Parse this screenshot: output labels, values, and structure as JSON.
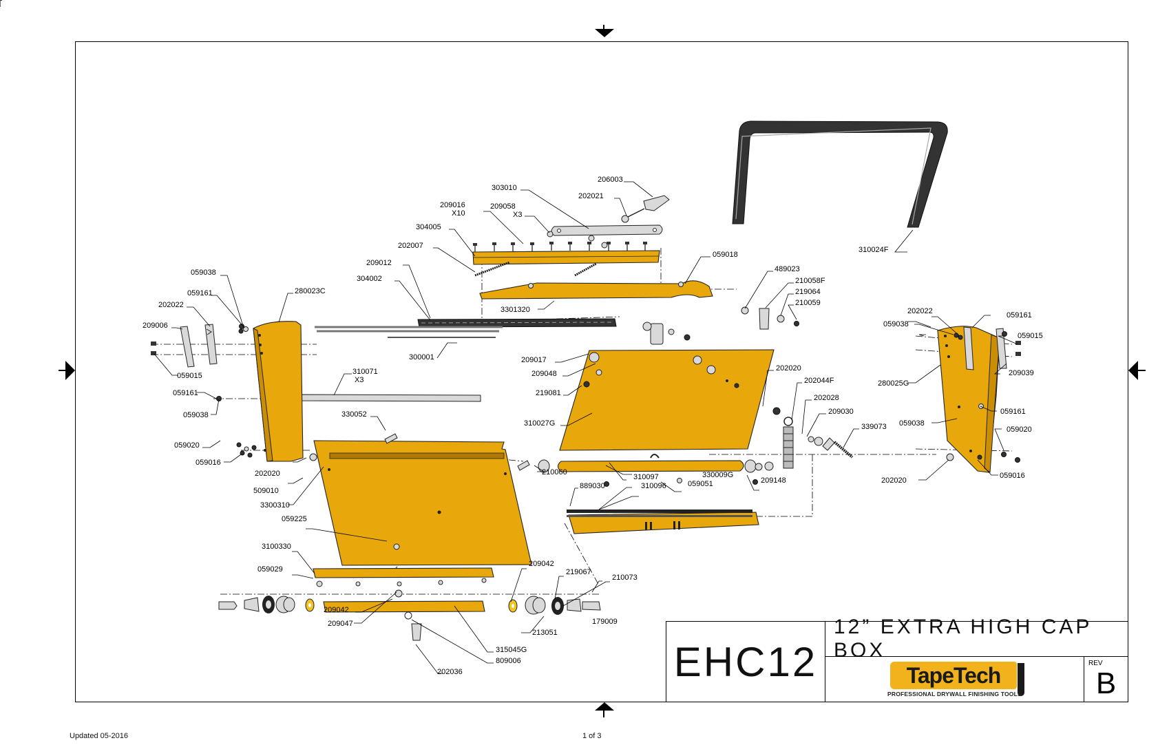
{
  "title_block": {
    "model": "EHC12",
    "title": "12” EXTRA HIGH CAP BOX",
    "rev_label": "REV",
    "rev": "B",
    "brand": "TapeTech",
    "tagline": "PROFESSIONAL DRYWALL FINISHING TOOLS"
  },
  "footer": {
    "updated": "Updated 05-2016",
    "page": "1 of 3"
  },
  "colors": {
    "part_yellow": "#e8a80c",
    "brand_yellow": "#f2b21b",
    "frame": "#000000"
  },
  "parts": [
    "206003",
    "202021",
    "303010",
    "209016",
    "X10",
    "209058",
    "X3",
    "304005",
    "202007",
    "209012",
    "304002",
    "059018",
    "3301320",
    "489023",
    "210058F",
    "219064",
    "210059",
    "310024F",
    "059038",
    "059161",
    "202022",
    "209006",
    "280023C",
    "059015",
    "310071",
    "X3",
    "059161",
    "059038",
    "300001",
    "209017",
    "209048",
    "219081",
    "310027G",
    "202020",
    "202044F",
    "202028",
    "209030",
    "339073",
    "330052",
    "059020",
    "059016",
    "202020",
    "509010",
    "3300310",
    "210060",
    "330009G",
    "310097",
    "310096",
    "889030",
    "059051",
    "209148",
    "059225",
    "3100330",
    "059029",
    "209042",
    "219067",
    "210073",
    "209042",
    "209047",
    "213051",
    "179009",
    "315045G",
    "809006",
    "202036",
    "202022",
    "059161",
    "059038",
    "059015",
    "209039",
    "280025G",
    "059161",
    "059038",
    "059020",
    "202020",
    "059016"
  ]
}
